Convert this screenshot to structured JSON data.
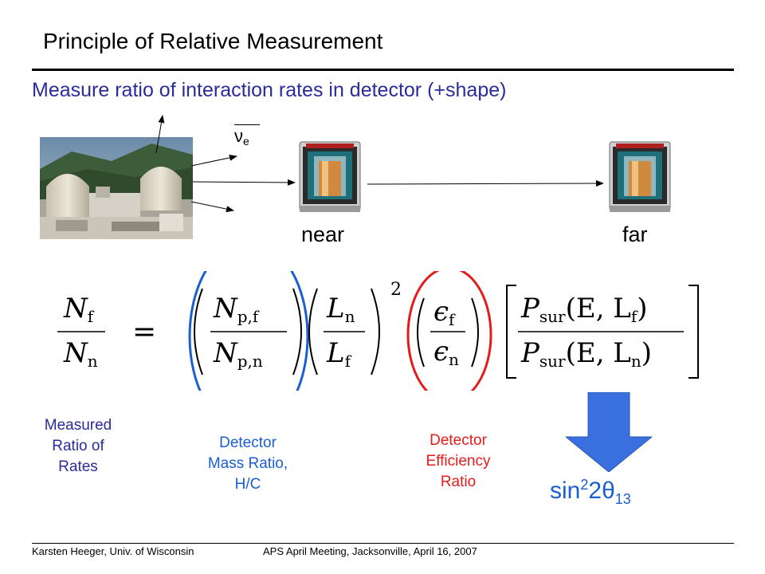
{
  "slide": {
    "title": "Principle of Relative Measurement",
    "subtitle": "Measure ratio of interaction rates in detector (+shape)",
    "neutrino_symbol": "ν",
    "neutrino_subscript": "e",
    "near_label": "near",
    "far_label": "far"
  },
  "equation": {
    "lhs_num": "N",
    "lhs_num_sub": "f",
    "lhs_den": "N",
    "lhs_den_sub": "n",
    "equals": "=",
    "mass_num": "N",
    "mass_num_sub": "p,f",
    "mass_den": "N",
    "mass_den_sub": "p,n",
    "len_num": "L",
    "len_num_sub": "n",
    "len_den": "L",
    "len_den_sub": "f",
    "len_exp": "2",
    "eff_num": "ϵ",
    "eff_num_sub": "f",
    "eff_den": "ϵ",
    "eff_den_sub": "n",
    "psur_num": "P",
    "psur_sub": "sur",
    "psur_num_args": "(E, L",
    "psur_num_args_sub": "f",
    "psur_den_args": "(E, L",
    "psur_den_args_sub": "n",
    "close_paren": ")"
  },
  "captions": {
    "measured": [
      "Measured",
      "Ratio of",
      "Rates"
    ],
    "mass": [
      "Detector",
      "Mass Ratio,",
      "H/C"
    ],
    "efficiency": [
      "Detector",
      "Efficiency",
      "Ratio"
    ]
  },
  "result": {
    "prefix": "sin",
    "sup": "2",
    "middle": "2",
    "symbol": "θ",
    "sub": "13"
  },
  "footer": {
    "left": "Karsten Heeger,  Univ. of Wisconsin",
    "right": "APS April Meeting, Jacksonville, April 16, 2007"
  },
  "colors": {
    "subtitle": "#2b2b9b",
    "mass_circle": "#1a5fd0",
    "efficiency_circle": "#e51b1b",
    "arrow": "#3a6fe0"
  }
}
